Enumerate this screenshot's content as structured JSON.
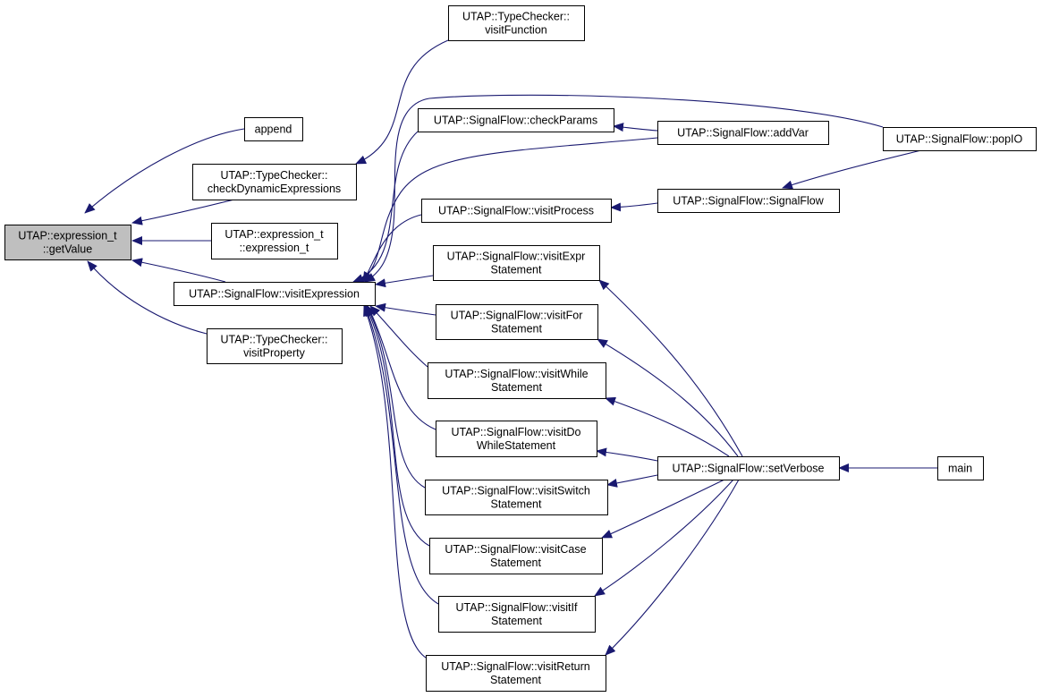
{
  "diagram": {
    "edge_color": "#191970",
    "focus_fill": "#bfbfbf",
    "nodes": [
      {
        "id": "getValue",
        "lines": [
          "UTAP::expression_t",
          "::getValue"
        ],
        "focus": true
      },
      {
        "id": "append",
        "lines": [
          "append"
        ]
      },
      {
        "id": "checkDynamicExpressions",
        "lines": [
          "UTAP::TypeChecker::",
          "checkDynamicExpressions"
        ]
      },
      {
        "id": "expression_t_ctor",
        "lines": [
          "UTAP::expression_t",
          "::expression_t"
        ]
      },
      {
        "id": "visitExpression",
        "lines": [
          "UTAP::SignalFlow::visitExpression"
        ]
      },
      {
        "id": "visitProperty",
        "lines": [
          "UTAP::TypeChecker::",
          "visitProperty"
        ]
      },
      {
        "id": "visitFunction",
        "lines": [
          "UTAP::TypeChecker::",
          "visitFunction"
        ]
      },
      {
        "id": "checkParams",
        "lines": [
          "UTAP::SignalFlow::checkParams"
        ]
      },
      {
        "id": "visitProcess",
        "lines": [
          "UTAP::SignalFlow::visitProcess"
        ]
      },
      {
        "id": "visitExprStatement",
        "lines": [
          "UTAP::SignalFlow::visitExpr",
          "Statement"
        ]
      },
      {
        "id": "visitForStatement",
        "lines": [
          "UTAP::SignalFlow::visitFor",
          "Statement"
        ]
      },
      {
        "id": "visitWhileStatement",
        "lines": [
          "UTAP::SignalFlow::visitWhile",
          "Statement"
        ]
      },
      {
        "id": "visitDoWhileStatement",
        "lines": [
          "UTAP::SignalFlow::visitDo",
          "WhileStatement"
        ]
      },
      {
        "id": "visitSwitchStatement",
        "lines": [
          "UTAP::SignalFlow::visitSwitch",
          "Statement"
        ]
      },
      {
        "id": "visitCaseStatement",
        "lines": [
          "UTAP::SignalFlow::visitCase",
          "Statement"
        ]
      },
      {
        "id": "visitIfStatement",
        "lines": [
          "UTAP::SignalFlow::visitIf",
          "Statement"
        ]
      },
      {
        "id": "visitReturnStatement",
        "lines": [
          "UTAP::SignalFlow::visitReturn",
          "Statement"
        ]
      },
      {
        "id": "addVar",
        "lines": [
          "UTAP::SignalFlow::addVar"
        ]
      },
      {
        "id": "SignalFlow",
        "lines": [
          "UTAP::SignalFlow::SignalFlow"
        ]
      },
      {
        "id": "setVerbose",
        "lines": [
          "UTAP::SignalFlow::setVerbose"
        ]
      },
      {
        "id": "popIO",
        "lines": [
          "UTAP::SignalFlow::popIO"
        ]
      },
      {
        "id": "main",
        "lines": [
          "main"
        ]
      }
    ],
    "edges": [
      {
        "from": "append",
        "to": "getValue"
      },
      {
        "from": "checkDynamicExpressions",
        "to": "getValue"
      },
      {
        "from": "expression_t_ctor",
        "to": "getValue"
      },
      {
        "from": "visitExpression",
        "to": "getValue"
      },
      {
        "from": "visitProperty",
        "to": "getValue"
      },
      {
        "from": "visitFunction",
        "to": "checkDynamicExpressions"
      },
      {
        "from": "checkParams",
        "to": "visitExpression"
      },
      {
        "from": "addVar",
        "to": "visitExpression"
      },
      {
        "from": "popIO",
        "to": "visitExpression"
      },
      {
        "from": "visitProcess",
        "to": "visitExpression"
      },
      {
        "from": "visitExprStatement",
        "to": "visitExpression"
      },
      {
        "from": "visitForStatement",
        "to": "visitExpression"
      },
      {
        "from": "visitWhileStatement",
        "to": "visitExpression"
      },
      {
        "from": "visitDoWhileStatement",
        "to": "visitExpression"
      },
      {
        "from": "visitSwitchStatement",
        "to": "visitExpression"
      },
      {
        "from": "visitCaseStatement",
        "to": "visitExpression"
      },
      {
        "from": "visitIfStatement",
        "to": "visitExpression"
      },
      {
        "from": "visitReturnStatement",
        "to": "visitExpression"
      },
      {
        "from": "addVar",
        "to": "checkParams"
      },
      {
        "from": "SignalFlow",
        "to": "visitProcess"
      },
      {
        "from": "popIO",
        "to": "SignalFlow"
      },
      {
        "from": "setVerbose",
        "to": "visitExprStatement"
      },
      {
        "from": "setVerbose",
        "to": "visitForStatement"
      },
      {
        "from": "setVerbose",
        "to": "visitWhileStatement"
      },
      {
        "from": "setVerbose",
        "to": "visitDoWhileStatement"
      },
      {
        "from": "setVerbose",
        "to": "visitSwitchStatement"
      },
      {
        "from": "setVerbose",
        "to": "visitCaseStatement"
      },
      {
        "from": "setVerbose",
        "to": "visitIfStatement"
      },
      {
        "from": "setVerbose",
        "to": "visitReturnStatement"
      },
      {
        "from": "main",
        "to": "setVerbose"
      }
    ]
  }
}
